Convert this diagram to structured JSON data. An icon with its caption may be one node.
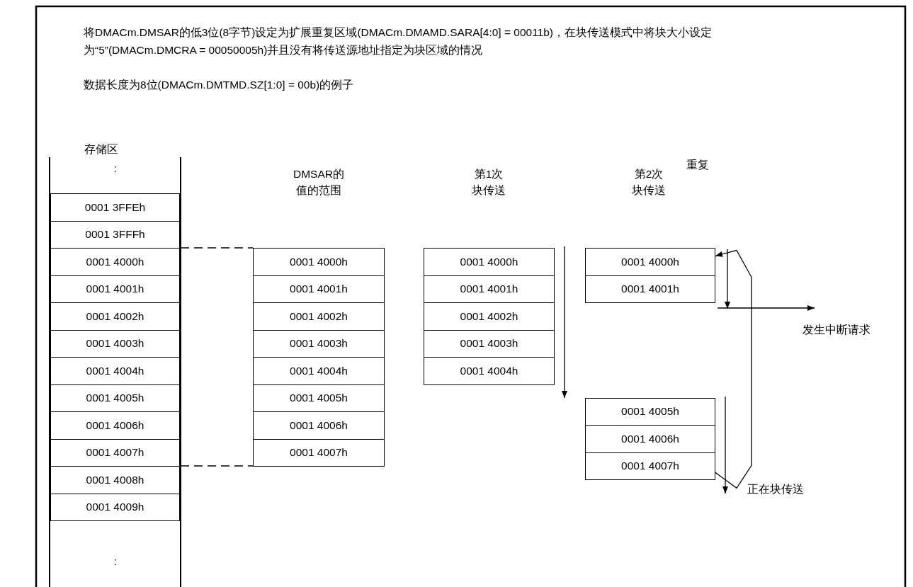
{
  "diagram": {
    "title": "将DMACm.DMSAR的低3位(8字节)设定为扩展重复区域(DMACm.DMAMD.SARA[4:0] = 00011b)，在块传送模式中将块大小设定为“5”(DMACm.DMCRA = 00050005h)并且没有将传送源地址指定为块区域的情况",
    "nodes": [
      {
        "text": [
          "0001 3FFEh"
        ]
      },
      {
        "text": [
          "0001 3FFFh"
        ]
      },
      {
        "text": [
          "0001 4000h"
        ]
      },
      {
        "text": [
          "0001 4001h"
        ]
      },
      {
        "text": [
          "0001 4002h"
        ]
      },
      {
        "text": [
          "0001 4003h"
        ]
      },
      {
        "text": [
          "0001 4004h"
        ]
      },
      {
        "text": [
          "0001 4005h"
        ]
      },
      {
        "text": [
          "0001 4006h"
        ]
      },
      {
        "text": [
          "0001 4007h"
        ]
      },
      {
        "text": [
          "0001 4008h"
        ]
      },
      {
        "text": [
          "0001 4009h"
        ]
      },
      {
        "text": [
          "0001 4000h"
        ]
      },
      {
        "text": [
          "0001 4001h"
        ]
      },
      {
        "text": [
          "0001 4002h"
        ]
      },
      {
        "text": [
          "0001 4003h"
        ]
      },
      {
        "text": [
          "0001 4004h"
        ]
      },
      {
        "text": [
          "0001 4005h"
        ]
      },
      {
        "text": [
          "0001 4006h"
        ]
      },
      {
        "text": [
          "0001 4007h"
        ]
      },
      {
        "text": [
          "0001 4000h"
        ]
      },
      {
        "text": [
          "0001 4001h"
        ]
      },
      {
        "text": [
          "0001 4002h"
        ]
      },
      {
        "text": [
          "0001 4003h"
        ]
      },
      {
        "text": [
          "0001 4004h"
        ]
      },
      {
        "text": [
          "0001 4000h"
        ]
      },
      {
        "text": [
          "0001 4001h"
        ]
      },
      {
        "text": [
          "0001 4005h"
        ]
      },
      {
        "text": [
          "0001 4006h"
        ]
      },
      {
        "text": [
          "0001 4007h"
        ]
      }
    ],
    "edges": [
      {
        "from": 2,
        "to": 12,
        "arrow": "none",
        "style": "dashed"
      },
      {
        "from": 9,
        "to": 19,
        "arrow": "none",
        "style": "dashed"
      },
      {
        "from": 29,
        "to": 25,
        "arrow": "to"
      }
    ],
    "labels": [
      "数据长度为8位(DMACm.DMTMD.SZ[1:0] = 00b)的例子",
      "存储区",
      ":",
      ":",
      "重复",
      "DMSAR的值的范围",
      "第1次块传送",
      "第2次块传送",
      "发生中断请求",
      "正在块传送"
    ]
  }
}
